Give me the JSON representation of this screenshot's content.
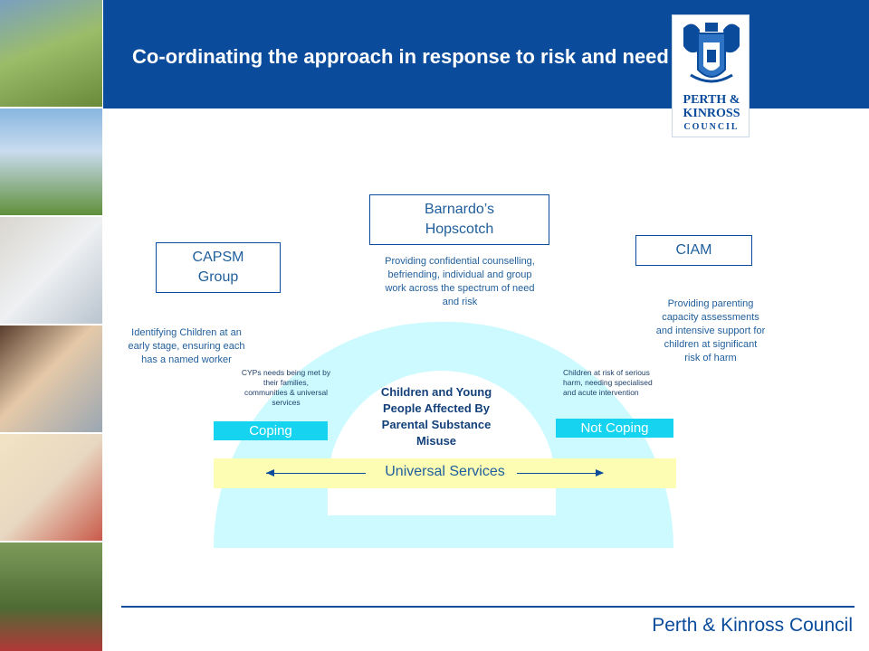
{
  "header": {
    "title": "Co-ordinating the approach in response to risk and need"
  },
  "logo": {
    "lines": [
      "PERTH &",
      "KINROSS",
      "COUNCIL"
    ]
  },
  "footer": {
    "brand": "Perth & Kinross Council"
  },
  "diagram": {
    "agencies": [
      {
        "label": "CAPSM Group",
        "description": "Identifying Children at an early stage, ensuring each has a named worker"
      },
      {
        "label": "Barnardo’s Hopscotch",
        "description": "Providing confidential counselling, befriending, individual and group work across the spectrum of need and risk"
      },
      {
        "label": "CIAM",
        "description": "Providing parenting capacity assessments and intensive support for children at significant risk of harm"
      }
    ],
    "coping": {
      "label": "Coping",
      "note": "CYPs needs being met by their families, communities & universal services"
    },
    "not_coping": {
      "label": "Not Coping",
      "note": "Children at risk of serious harm, needing specialised and acute intervention"
    },
    "center_label": "Children and Young People Affected By Parental Substance Misuse",
    "universal_services": "Universal Services"
  },
  "colors": {
    "header_blue": "#0a4b9b",
    "arch_fill": "#ccfaff",
    "status_bar": "#16d4f0",
    "universal_band": "#fdfdb3"
  }
}
